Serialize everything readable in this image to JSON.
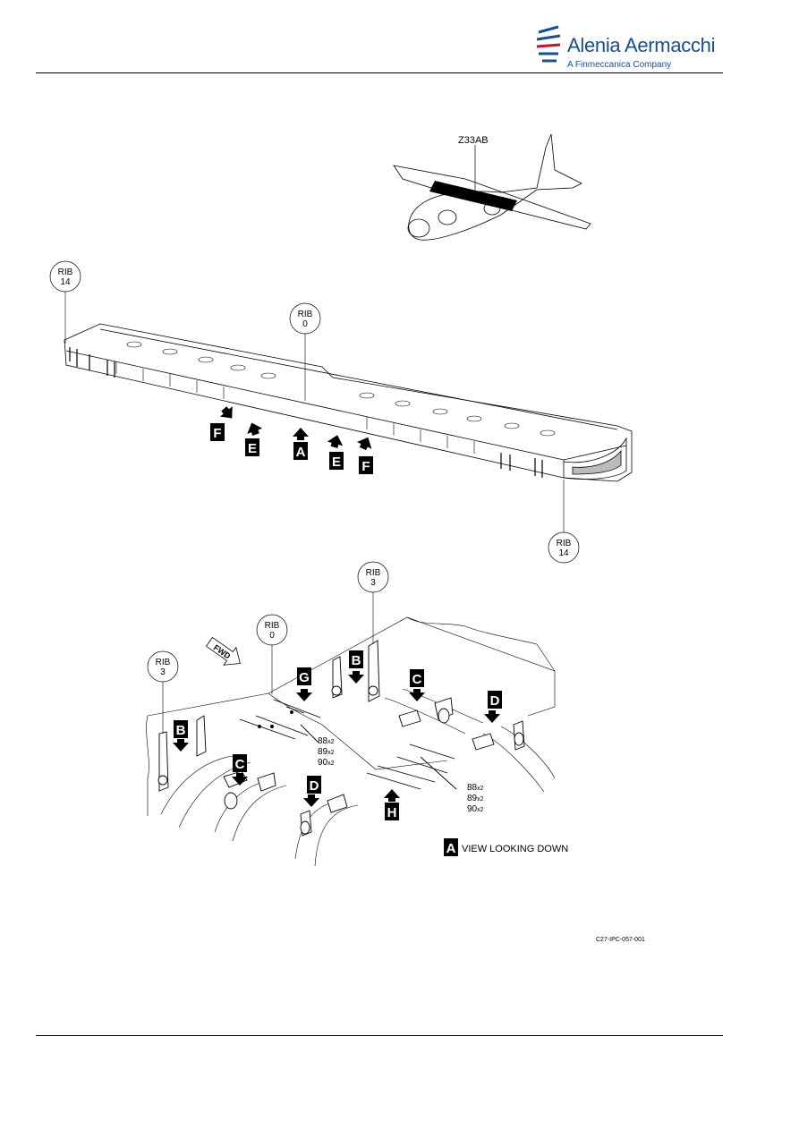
{
  "header": {
    "company": "Alenia Aermacchi",
    "tagline": "A Finmeccanica Company",
    "logo_color": "#1a4f8a",
    "logo_accent": "#c8102e"
  },
  "aircraft_zone": "Z33AB",
  "ribs": {
    "rib_label": "RIB",
    "top_left": "14",
    "top_center": "0",
    "top_right": "14",
    "detail_left": "3",
    "detail_center": "0",
    "detail_right": "3"
  },
  "callouts": {
    "a": "A",
    "b": "B",
    "c": "C",
    "d": "D",
    "e": "E",
    "f": "F",
    "g": "G",
    "h": "H"
  },
  "fwd_label": "FWD",
  "items": {
    "i88": "88",
    "i89": "89",
    "i90": "90",
    "qty": "x2"
  },
  "view_caption": "VIEW LOOKING DOWN",
  "figure_ref": "C27-IPC-057-001"
}
